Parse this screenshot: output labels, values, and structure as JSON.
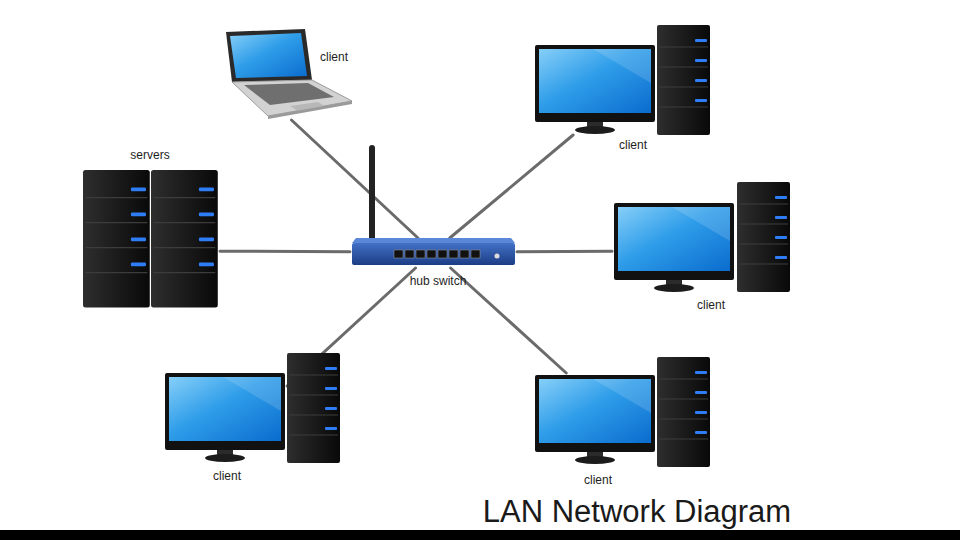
{
  "diagram": {
    "title": "LAN Network Diagram",
    "nodes": [
      {
        "text": [
          "client"
        ]
      },
      {
        "text": [
          "client"
        ]
      },
      {
        "text": [
          "servers"
        ]
      },
      {
        "text": [
          "hub switch"
        ]
      },
      {
        "text": [
          "client"
        ]
      },
      {
        "text": [
          "client"
        ]
      },
      {
        "text": [
          "client"
        ]
      }
    ],
    "edges": [
      {
        "from": 0,
        "to": 3,
        "arrow": "none"
      },
      {
        "from": 1,
        "to": 3,
        "arrow": "none"
      },
      {
        "from": 2,
        "to": 3,
        "arrow": "none"
      },
      {
        "from": 4,
        "to": 3,
        "arrow": "none"
      },
      {
        "from": 5,
        "to": 3,
        "arrow": "none"
      },
      {
        "from": 6,
        "to": 3,
        "arrow": "none"
      }
    ]
  }
}
